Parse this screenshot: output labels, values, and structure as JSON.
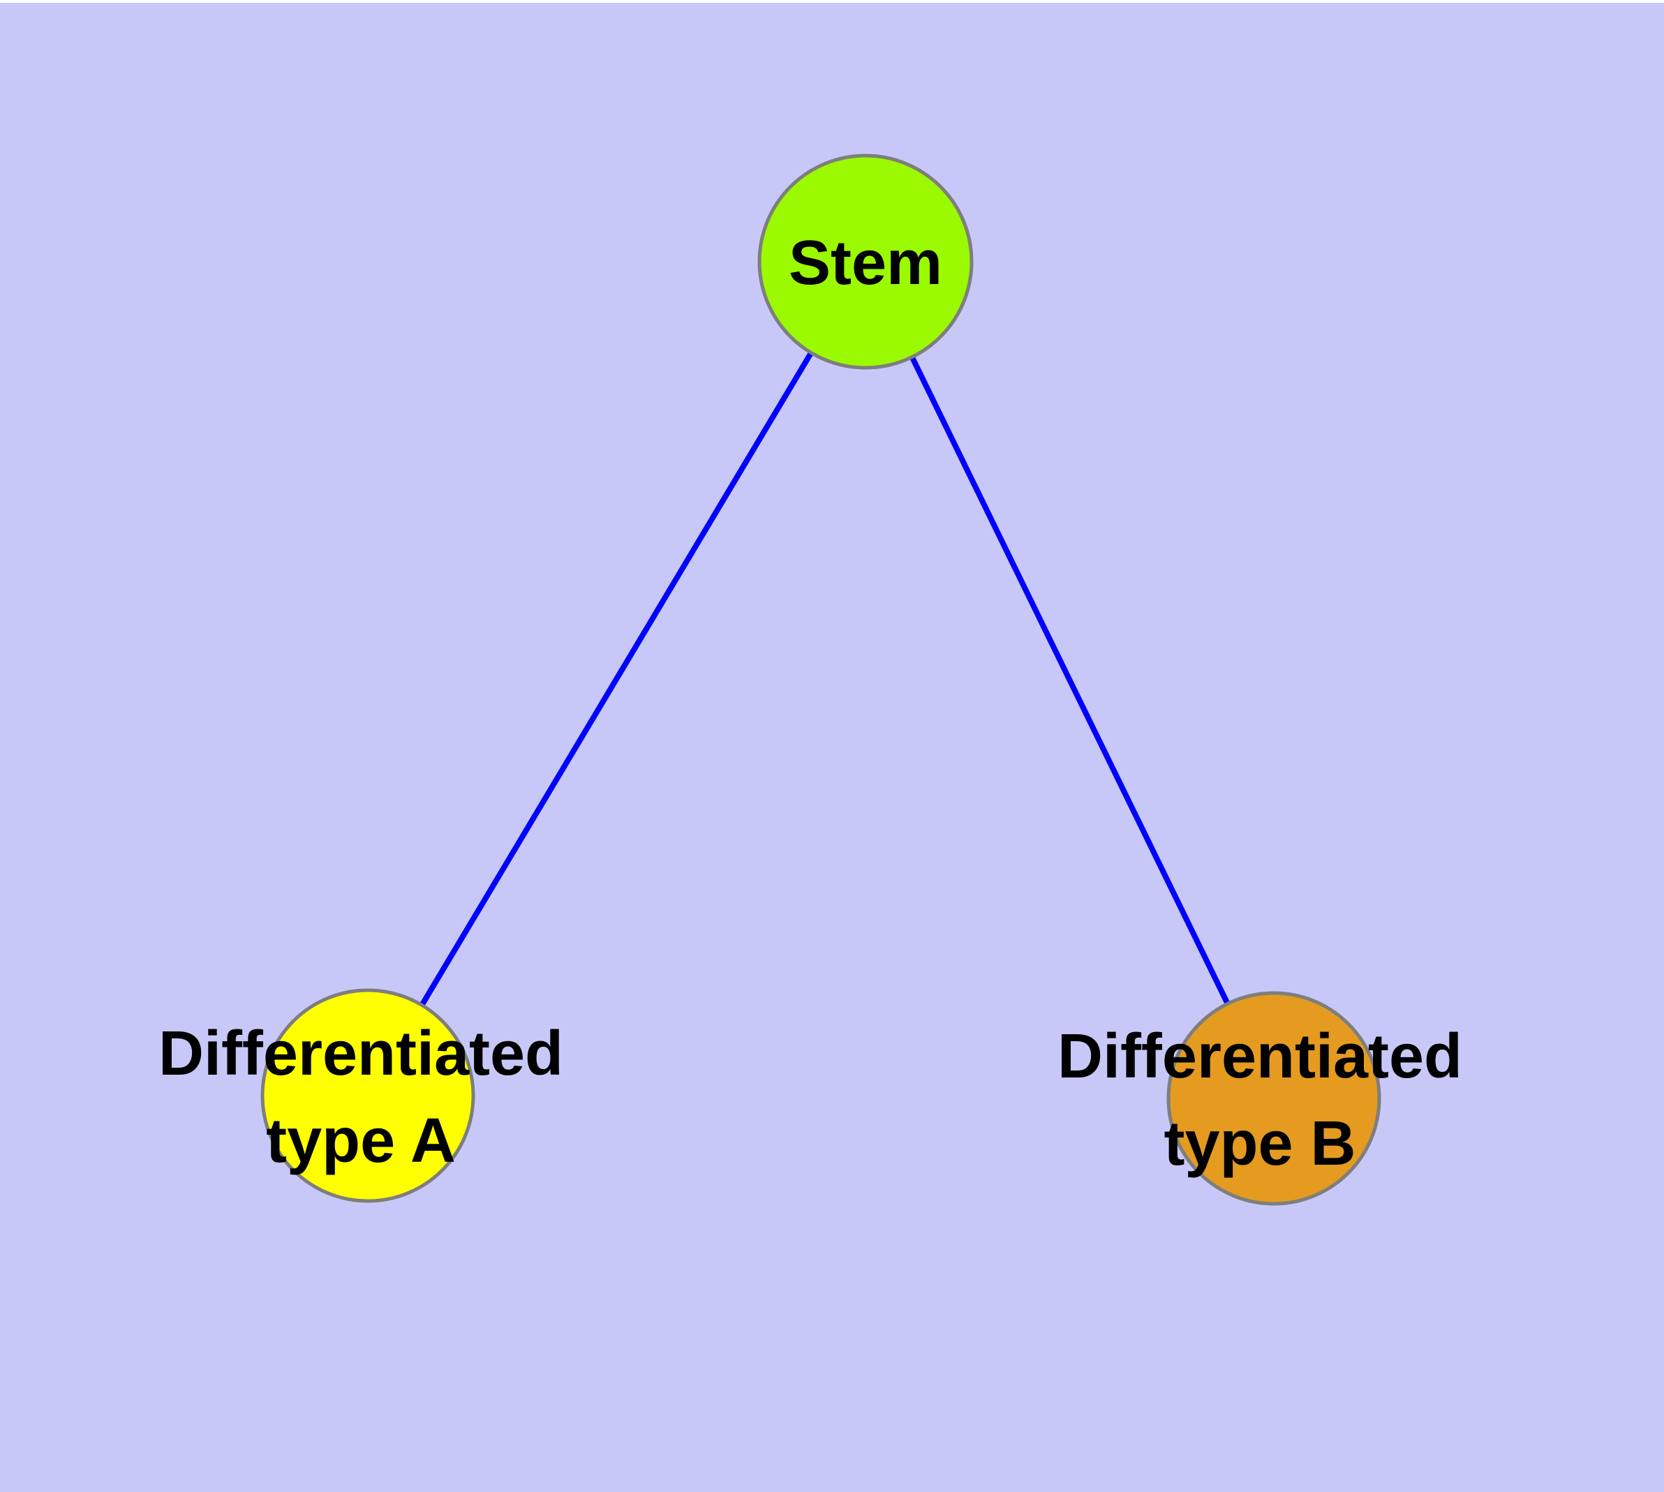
{
  "diagram": {
    "background_color": "#C8C8F8",
    "top_margin_color": "#FFFFFF",
    "edge_color": "#0000FF",
    "node_border_color": "#7E7E7E",
    "label_color": "#000000",
    "nodes": [
      {
        "id": "stem",
        "label": "Stem",
        "fill": "#9BF900"
      },
      {
        "id": "differentiated-type-a",
        "label_line1": "Differentiated",
        "label_line2": "type A",
        "fill": "#FFFF00"
      },
      {
        "id": "differentiated-type-b",
        "label_line1": "Differentiated",
        "label_line2": "type B",
        "fill": "#E49B20"
      }
    ],
    "edges": [
      {
        "from": "Stem",
        "to": "Differentiated type A"
      },
      {
        "from": "Stem",
        "to": "Differentiated type B"
      }
    ]
  }
}
